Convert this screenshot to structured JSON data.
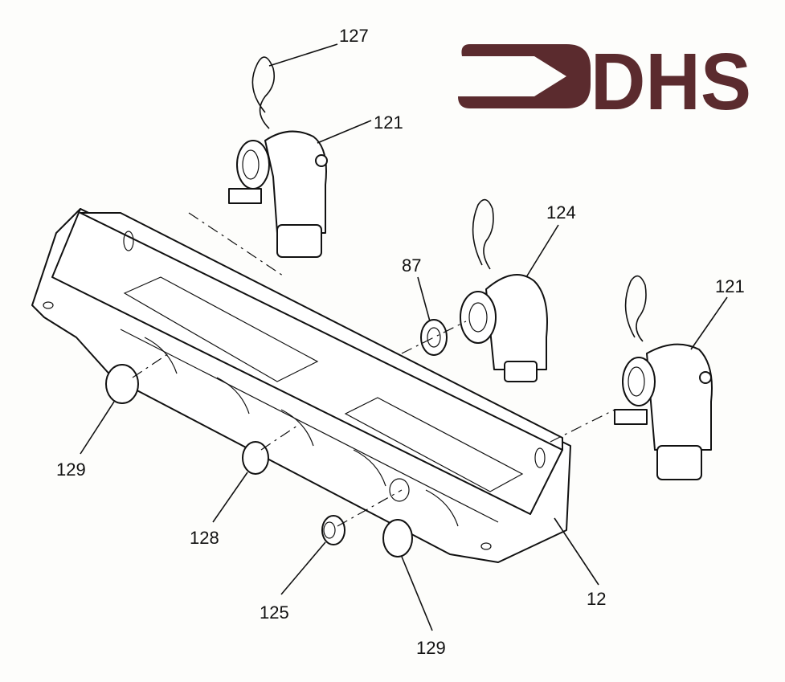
{
  "logo": {
    "text": "DHS",
    "color": "#5b2b2e"
  },
  "callouts": {
    "c127": "127",
    "c121a": "121",
    "c124": "124",
    "c87": "87",
    "c121b": "121",
    "c129a": "129",
    "c128": "128",
    "c125": "125",
    "c129b": "129",
    "c12": "12"
  }
}
